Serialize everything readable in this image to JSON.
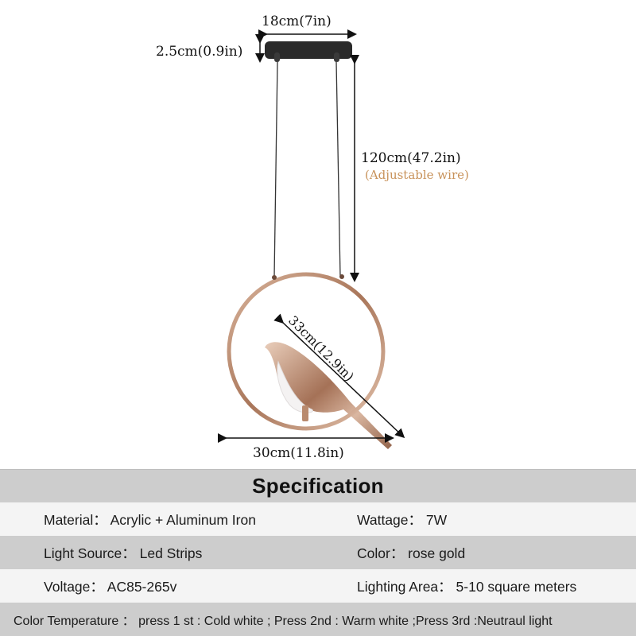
{
  "diagram": {
    "dimensions": {
      "canopy_width": "18cm(7in)",
      "canopy_height": "2.5cm(0.9in)",
      "wire_length": "120cm(47.2in)",
      "wire_note": "(Adjustable wire)",
      "ring_diagonal": "33cm(12.9in)",
      "ring_width": "30cm(11.8in)"
    },
    "colors": {
      "rose_gold": "#b98a6e",
      "wire_note": "#c8925a",
      "canopy": "#2a2a2a"
    }
  },
  "spec": {
    "title": "Specification",
    "rows": [
      {
        "left": "Material：  Acrylic + Aluminum Iron",
        "right": "Wattage：  7W"
      },
      {
        "left": "Light Source：  Led Strips",
        "right": "Color：  rose gold"
      },
      {
        "left": "Voltage：  AC85-265v",
        "right": "Lighting Area：  5-10 square meters"
      }
    ],
    "color_temperature": "Color Temperature  ：  press 1 st : Cold white  ; Press 2nd : Warm white ;Press 3rd :Neutraul light"
  }
}
